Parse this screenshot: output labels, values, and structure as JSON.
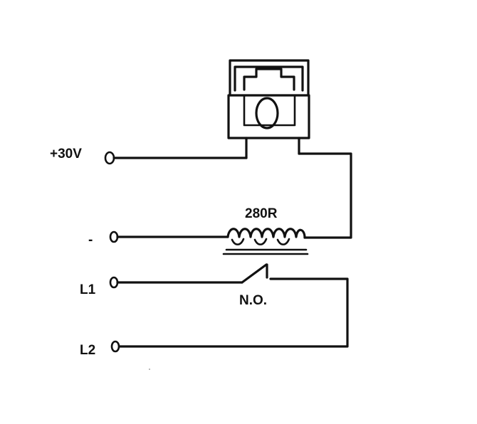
{
  "terminals": {
    "plus_30v": "+30V",
    "minus": "-",
    "l1": "L1",
    "l2": "L2"
  },
  "coil": {
    "resistance": "280R"
  },
  "contact": {
    "label": "N.O."
  },
  "colors": {
    "ink": "#111111",
    "background": "#ffffff"
  }
}
